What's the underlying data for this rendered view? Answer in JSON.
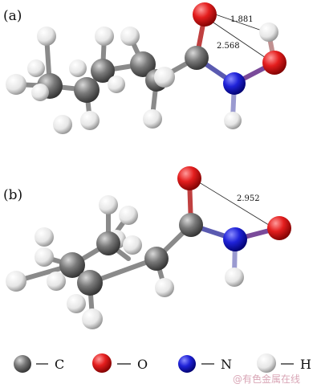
{
  "panels": [
    {
      "label": "(a)",
      "distances": [
        "1.881",
        "2.568"
      ]
    },
    {
      "label": "(b)",
      "distances": [
        "2.952"
      ]
    }
  ],
  "legend": [
    {
      "symbol": "C",
      "color": "#6e6e6e"
    },
    {
      "symbol": "O",
      "color": "#d81e1e"
    },
    {
      "symbol": "N",
      "color": "#1f22c8"
    },
    {
      "symbol": "H",
      "color": "#f2f2f2"
    }
  ],
  "watermark": "@有色金属在线"
}
